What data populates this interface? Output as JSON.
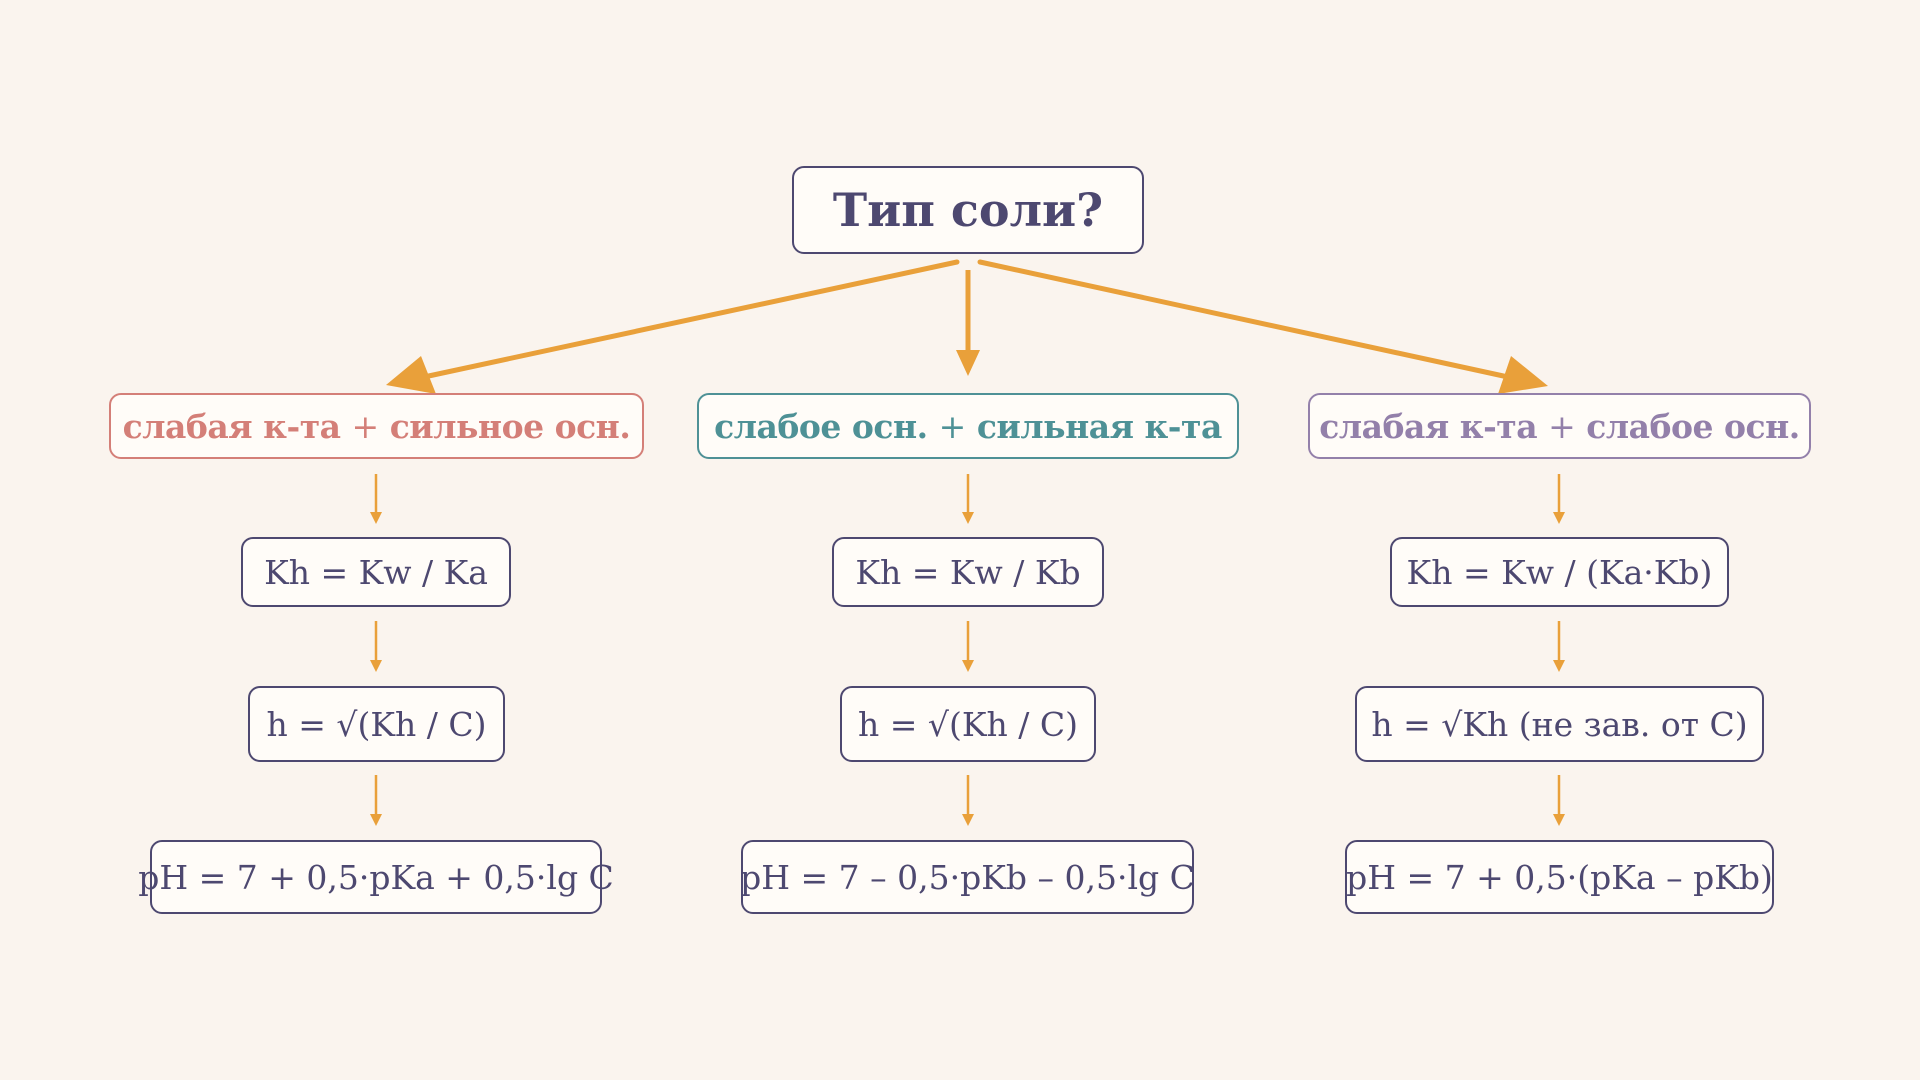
{
  "colors": {
    "background": "#FAF4EE",
    "box_fill": "#FFFCF8",
    "text_dark": "#4D4870",
    "arrow": "#E9A03A",
    "branch_1": "#D47F78",
    "branch_2": "#4E9196",
    "branch_3": "#9380AA"
  },
  "root": {
    "label": "Тип соли?"
  },
  "branches": [
    {
      "category": {
        "part1": "слабая к-та",
        "plus": "+",
        "part2": "сильное осн."
      },
      "kh": "Kh = Kw / Ka",
      "h": "h = √(Kh / C)",
      "ph": "pH = 7 + 0,5·pKa + 0,5·lg C"
    },
    {
      "category": {
        "part1": "слабое осн.",
        "plus": "+",
        "part2": "сильная к-та"
      },
      "kh": "Kh = Kw / Kb",
      "h": "h = √(Kh / C)",
      "ph": "pH = 7 – 0,5·pKb – 0,5·lg C"
    },
    {
      "category": {
        "part1": "слабая к-та",
        "plus": "+",
        "part2": "слабое осн."
      },
      "kh": "Kh = Kw / (Ka·Kb)",
      "h": "h = √Kh (не зав. от C)",
      "ph": "pH = 7 + 0,5·(pKa – pKb)"
    }
  ]
}
